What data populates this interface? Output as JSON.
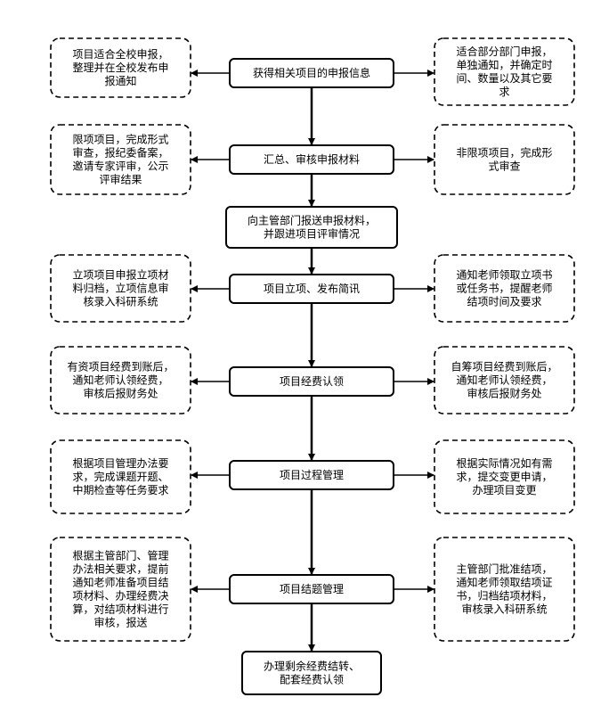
{
  "center_steps": [
    {
      "id": "c1",
      "lines": [
        "获得相关项目的申报信息"
      ]
    },
    {
      "id": "c2",
      "lines": [
        "汇总、审核申报材料"
      ]
    },
    {
      "id": "c3",
      "lines": [
        "向主管部门报送申报材料，",
        "并跟进项目评审情况"
      ]
    },
    {
      "id": "c4",
      "lines": [
        "项目立项、发布简讯"
      ]
    },
    {
      "id": "c5",
      "lines": [
        "项目经费认领"
      ]
    },
    {
      "id": "c6",
      "lines": [
        "项目过程管理"
      ]
    },
    {
      "id": "c7",
      "lines": [
        "项目结题管理"
      ]
    },
    {
      "id": "c8",
      "lines": [
        "办理剩余经费结转、",
        "配套经费认领"
      ]
    }
  ],
  "side_notes": [
    {
      "id": "l1",
      "attached_to": "c1",
      "side": "left",
      "lines": [
        "项目适合全校申报，",
        "整理并在全校发布申",
        "报通知"
      ]
    },
    {
      "id": "r1",
      "attached_to": "c1",
      "side": "right",
      "lines": [
        "适合部分部门申报，",
        "单独通知，并确定时",
        "间、数量以及其它要",
        "求"
      ]
    },
    {
      "id": "l2",
      "attached_to": "c2",
      "side": "left",
      "lines": [
        "限项项目，完成形式",
        "审查，报纪委备案，",
        "邀请专家评审，公示",
        "评审结果"
      ]
    },
    {
      "id": "r2",
      "attached_to": "c2",
      "side": "right",
      "lines": [
        "非限项项目，完成形",
        "式审查"
      ]
    },
    {
      "id": "l4",
      "attached_to": "c4",
      "side": "left",
      "lines": [
        "立项项目申报立项材",
        "料归档，立项信息审",
        "核录入科研系统"
      ]
    },
    {
      "id": "r4",
      "attached_to": "c4",
      "side": "right",
      "lines": [
        "通知老师领取立项书",
        "或任务书，提醒老师",
        "结项时间及要求"
      ]
    },
    {
      "id": "l5",
      "attached_to": "c5",
      "side": "left",
      "lines": [
        "有资项目经费到账后，",
        "通知老师认领经费，",
        "审核后报财务处"
      ]
    },
    {
      "id": "r5",
      "attached_to": "c5",
      "side": "right",
      "lines": [
        "自筹项目经费到账后，",
        "通知老师认领经费，",
        "审核后报财务处"
      ]
    },
    {
      "id": "l6",
      "attached_to": "c6",
      "side": "left",
      "lines": [
        "根据项目管理办法要",
        "求，完成课题开题、",
        "中期检查等任务要求"
      ]
    },
    {
      "id": "r6",
      "attached_to": "c6",
      "side": "right",
      "lines": [
        "根据实际情况如有需",
        "求，提交变更申请，",
        "办理项目变更"
      ]
    },
    {
      "id": "l7",
      "attached_to": "c7",
      "side": "left",
      "lines": [
        "根据主管部门、管理",
        "办法相关要求，提前",
        "通知老师准备项目结",
        "项材料、办理经费决",
        "算，对结项材料进行",
        "审核，报送"
      ]
    },
    {
      "id": "r7",
      "attached_to": "c7",
      "side": "right",
      "lines": [
        "主管部门批准结项，",
        "通知老师领取结项证",
        "书，归档结项材料，",
        "审核录入科研系统"
      ]
    }
  ],
  "colors": {
    "stroke": "#000000",
    "text": "#000000",
    "background": "#ffffff"
  }
}
